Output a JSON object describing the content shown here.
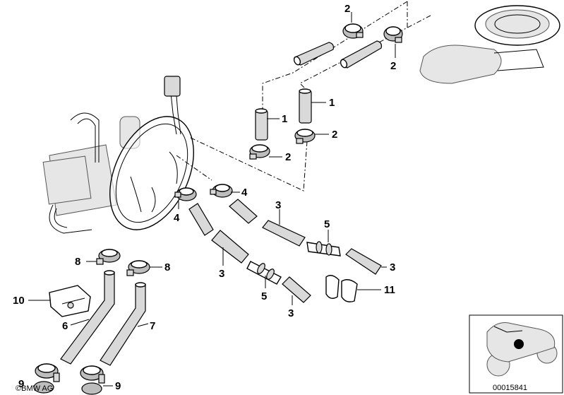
{
  "callouts": {
    "c1a": "1",
    "c1b": "1",
    "c2a": "2",
    "c2b": "2",
    "c2c": "2",
    "c2d": "2",
    "c3a": "3",
    "c3b": "3",
    "c3c": "3",
    "c3d": "3",
    "c4a": "4",
    "c4b": "4",
    "c5a": "5",
    "c5b": "5",
    "c6": "6",
    "c7": "7",
    "c8a": "8",
    "c8b": "8",
    "c9a": "9",
    "c9b": "9",
    "c10": "10",
    "c11": "11"
  },
  "footer": {
    "copyright": "©BMW AG",
    "drawing_number": "00015841"
  }
}
